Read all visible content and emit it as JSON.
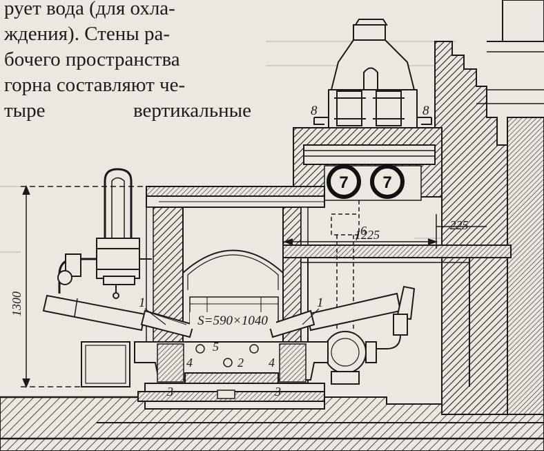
{
  "text": {
    "lines": [
      "рует вода (для охла-",
      "ждения). Стены ра-",
      "бочего пространства",
      "горна составляют че-"
    ],
    "last_line": {
      "word1": "тыре",
      "word2": "вертикальные"
    }
  },
  "labels": {
    "height_dim": "1300",
    "width_dim": "1225",
    "offset_dim": "225",
    "area": "S=590×1040",
    "tuyere_left": "1",
    "tuyere_right": "1",
    "hearth": "2",
    "base_left": "3",
    "base_right": "3",
    "side_left": "4",
    "side_right": "4",
    "opening": "5",
    "pipe": "6",
    "peephole_left": "7",
    "peephole_right": "7",
    "bolt_left": "8",
    "bolt_right": "8"
  }
}
